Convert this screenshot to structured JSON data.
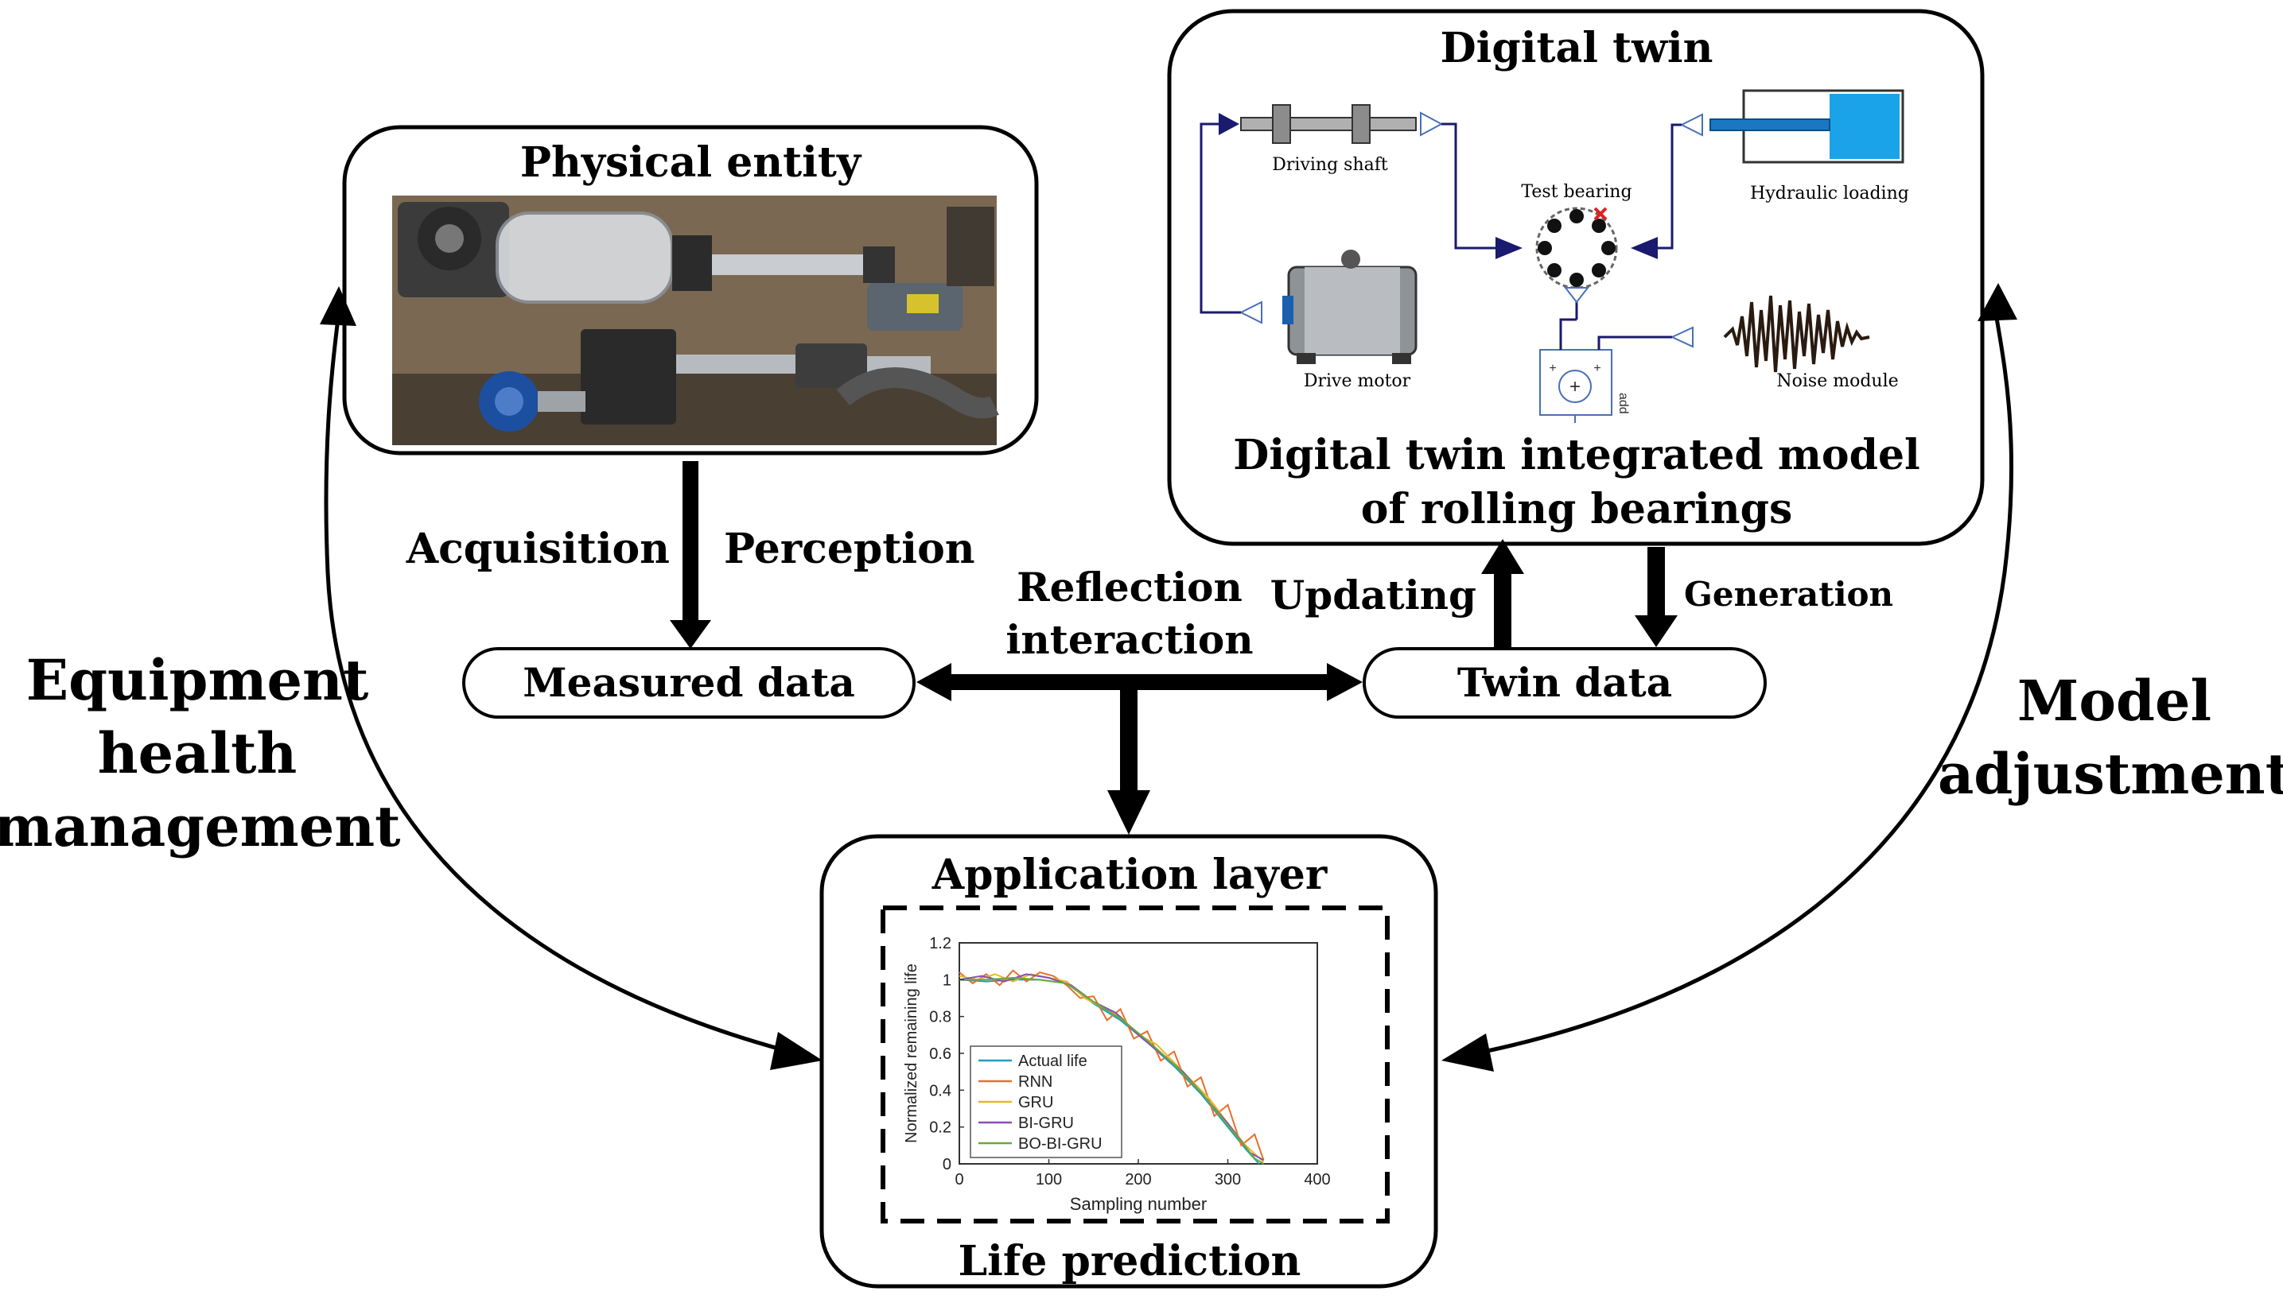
{
  "physical": {
    "title": "Physical entity"
  },
  "labels": {
    "acquisition": "Acquisition",
    "perception": "Perception",
    "reflection_line1": "Reflection",
    "reflection_line2": "interaction",
    "updating": "Updating",
    "generation": "Generation",
    "measured_data": "Measured data",
    "twin_data": "Twin data",
    "health_line1": "Equipment",
    "health_line2": "health",
    "health_line3": "management",
    "model_line1": "Model",
    "model_line2": "adjustment"
  },
  "twin": {
    "title": "Digital twin",
    "model_line1": "Digital twin integrated model",
    "model_line2": "of rolling bearings",
    "driving_shaft": "Driving shaft",
    "test_bearing": "Test bearing",
    "hydraulic_loading": "Hydraulic loading",
    "drive_motor": "Drive motor",
    "noise_module": "Noise module",
    "add_label": "add"
  },
  "application": {
    "title": "Application layer",
    "footer": "Life prediction"
  },
  "colors": {
    "arrow_navy": "#1a1a6e",
    "hydraulic_blue": "#1aa3e8",
    "series_actual": "#1f9fbf",
    "series_rnn": "#e8702a",
    "series_gru": "#e8b82a",
    "series_bigru": "#8a4fb5",
    "series_bobigru": "#6aaa3a"
  },
  "chart_data": {
    "type": "line",
    "xlabel": "Sampling number",
    "ylabel": "Normalized remaining life",
    "xlim": [
      0,
      400
    ],
    "ylim": [
      0,
      1.2
    ],
    "xticks": [
      0,
      100,
      200,
      300,
      400
    ],
    "yticks": [
      0,
      0.2,
      0.4,
      0.6,
      0.8,
      1,
      1.2
    ],
    "legend_position": "bottom-left",
    "series": [
      {
        "name": "Actual life",
        "color": "#1f9fbf",
        "x": [
          0,
          30,
          60,
          90,
          120,
          150,
          180,
          210,
          240,
          270,
          300,
          320,
          335
        ],
        "y": [
          1.0,
          0.99,
          1.0,
          1.0,
          0.98,
          0.87,
          0.78,
          0.66,
          0.53,
          0.38,
          0.2,
          0.08,
          0.0
        ]
      },
      {
        "name": "RNN",
        "color": "#e8702a",
        "x": [
          0,
          15,
          30,
          45,
          60,
          75,
          90,
          105,
          120,
          135,
          150,
          165,
          180,
          195,
          210,
          225,
          240,
          255,
          270,
          285,
          300,
          315,
          330,
          340
        ],
        "y": [
          1.04,
          0.98,
          1.03,
          0.97,
          1.05,
          0.99,
          1.04,
          1.02,
          0.97,
          0.9,
          0.91,
          0.78,
          0.84,
          0.68,
          0.72,
          0.56,
          0.61,
          0.42,
          0.47,
          0.26,
          0.32,
          0.1,
          0.16,
          0.02
        ]
      },
      {
        "name": "GRU",
        "color": "#e8b82a",
        "x": [
          0,
          20,
          40,
          60,
          80,
          100,
          120,
          140,
          160,
          180,
          200,
          220,
          240,
          260,
          280,
          300,
          320,
          340
        ],
        "y": [
          1.02,
          1.0,
          1.03,
          0.99,
          1.03,
          1.01,
          0.99,
          0.9,
          0.85,
          0.8,
          0.7,
          0.65,
          0.55,
          0.45,
          0.35,
          0.22,
          0.1,
          0.01
        ]
      },
      {
        "name": "BI-GRU",
        "color": "#8a4fb5",
        "x": [
          0,
          25,
          50,
          75,
          100,
          125,
          150,
          175,
          200,
          225,
          250,
          275,
          300,
          325,
          340
        ],
        "y": [
          1.0,
          1.02,
          0.99,
          1.03,
          1.01,
          0.97,
          0.88,
          0.82,
          0.7,
          0.6,
          0.5,
          0.36,
          0.22,
          0.06,
          0.02
        ]
      },
      {
        "name": "BO-BI-GRU",
        "color": "#6aaa3a",
        "x": [
          0,
          30,
          60,
          90,
          120,
          150,
          180,
          210,
          240,
          270,
          300,
          330,
          340
        ],
        "y": [
          1.0,
          1.0,
          1.01,
          1.0,
          0.98,
          0.88,
          0.79,
          0.67,
          0.54,
          0.39,
          0.21,
          0.03,
          0.0
        ]
      }
    ]
  }
}
